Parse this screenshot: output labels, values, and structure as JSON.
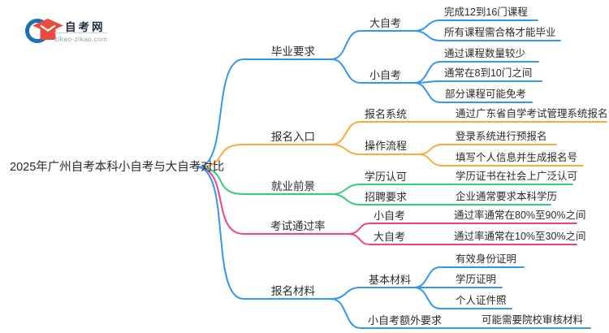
{
  "logo": {
    "title": "自考网",
    "domain": "zikao-zikao.com"
  },
  "colors": {
    "blue": "#3396F3",
    "orange": "#F8AC3A",
    "green": "#2FCE7D",
    "pink": "#F2418C",
    "text": "#2B2B2B",
    "logo_blue": "#1C6FB5",
    "logo_red": "#E74C3F"
  },
  "root": {
    "title": "2025年广州自考本科小自考与大自考对比"
  },
  "branches": [
    {
      "label": "毕业要求",
      "children": [
        {
          "label": "大自考",
          "leaves": [
            "完成12到16门课程",
            "所有课程需合格才能毕业"
          ]
        },
        {
          "label": "小自考",
          "leaves": [
            "通过课程数量较少",
            "通常在8到10门之间",
            "部分课程可能免考"
          ]
        }
      ]
    },
    {
      "label": "报名入口",
      "children": [
        {
          "label": "报名系统",
          "leaves": [
            "通过广东省自学考试管理系统报名"
          ]
        },
        {
          "label": "操作流程",
          "leaves": [
            "登录系统进行预报名",
            "填写个人信息并生成报名号"
          ]
        }
      ]
    },
    {
      "label": "就业前景",
      "children": [
        {
          "label": "学历认可",
          "leaves": [
            "学历证书在社会上广泛认可"
          ]
        },
        {
          "label": "招聘要求",
          "leaves": [
            "企业通常要求本科学历"
          ]
        }
      ]
    },
    {
      "label": "考试通过率",
      "children": [
        {
          "label": "小自考",
          "leaves": [
            "通过率通常在80%至90%之间"
          ]
        },
        {
          "label": "大自考",
          "leaves": [
            "通过率通常在10%至30%之间"
          ]
        }
      ]
    },
    {
      "label": "报名材料",
      "children": [
        {
          "label": "基本材料",
          "leaves": [
            "有效身份证明",
            "学历证明",
            "个人证件照"
          ]
        },
        {
          "label": "小自考额外要求",
          "leaves": [
            "可能需要院校审核材料"
          ]
        }
      ]
    }
  ]
}
